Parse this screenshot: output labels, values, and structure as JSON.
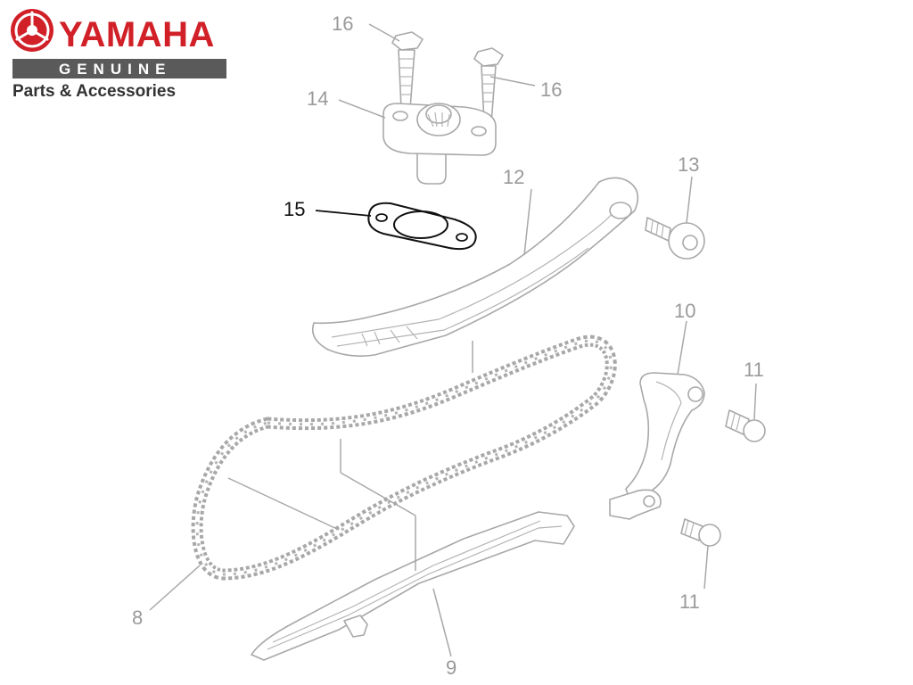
{
  "brand": {
    "name": "YAMAHA",
    "genuine": "GENUINE",
    "tagline": "Parts & Accessories"
  },
  "callouts": [
    {
      "id": "c16a",
      "num": "16",
      "highlight": false
    },
    {
      "id": "c16b",
      "num": "16",
      "highlight": false
    },
    {
      "id": "c14",
      "num": "14",
      "highlight": false
    },
    {
      "id": "c15",
      "num": "15",
      "highlight": true
    },
    {
      "id": "c12",
      "num": "12",
      "highlight": false
    },
    {
      "id": "c13",
      "num": "13",
      "highlight": false
    },
    {
      "id": "c10",
      "num": "10",
      "highlight": false
    },
    {
      "id": "c11a",
      "num": "11",
      "highlight": false
    },
    {
      "id": "c11b",
      "num": "11",
      "highlight": false
    },
    {
      "id": "c8",
      "num": "8",
      "highlight": false
    },
    {
      "id": "c9",
      "num": "9",
      "highlight": false
    }
  ],
  "colors": {
    "brand_red": "#d12028",
    "line_gray": "#b0b0b0",
    "label_gray": "#9a9a9a",
    "highlight": "#111111",
    "genuine_bar": "#5a5a5a"
  }
}
